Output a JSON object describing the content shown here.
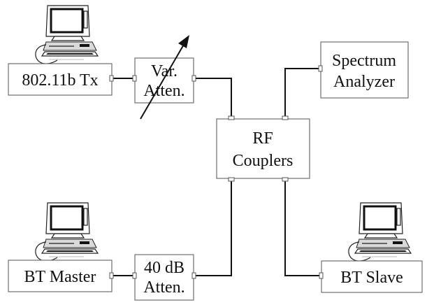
{
  "blocks": {
    "tx": "802.11b Tx",
    "var_atten": [
      "Var.",
      "Atten."
    ],
    "spectrum": [
      "Spectrum",
      "Analyzer"
    ],
    "rf_couplers": [
      "RF",
      "Couplers"
    ],
    "bt_master": "BT Master",
    "atten_40": [
      "40 dB",
      "Atten."
    ],
    "bt_slave": "BT Slave"
  },
  "icons": {
    "computer": "desktop-computer-icon",
    "variable": "variable-arrow-icon"
  }
}
